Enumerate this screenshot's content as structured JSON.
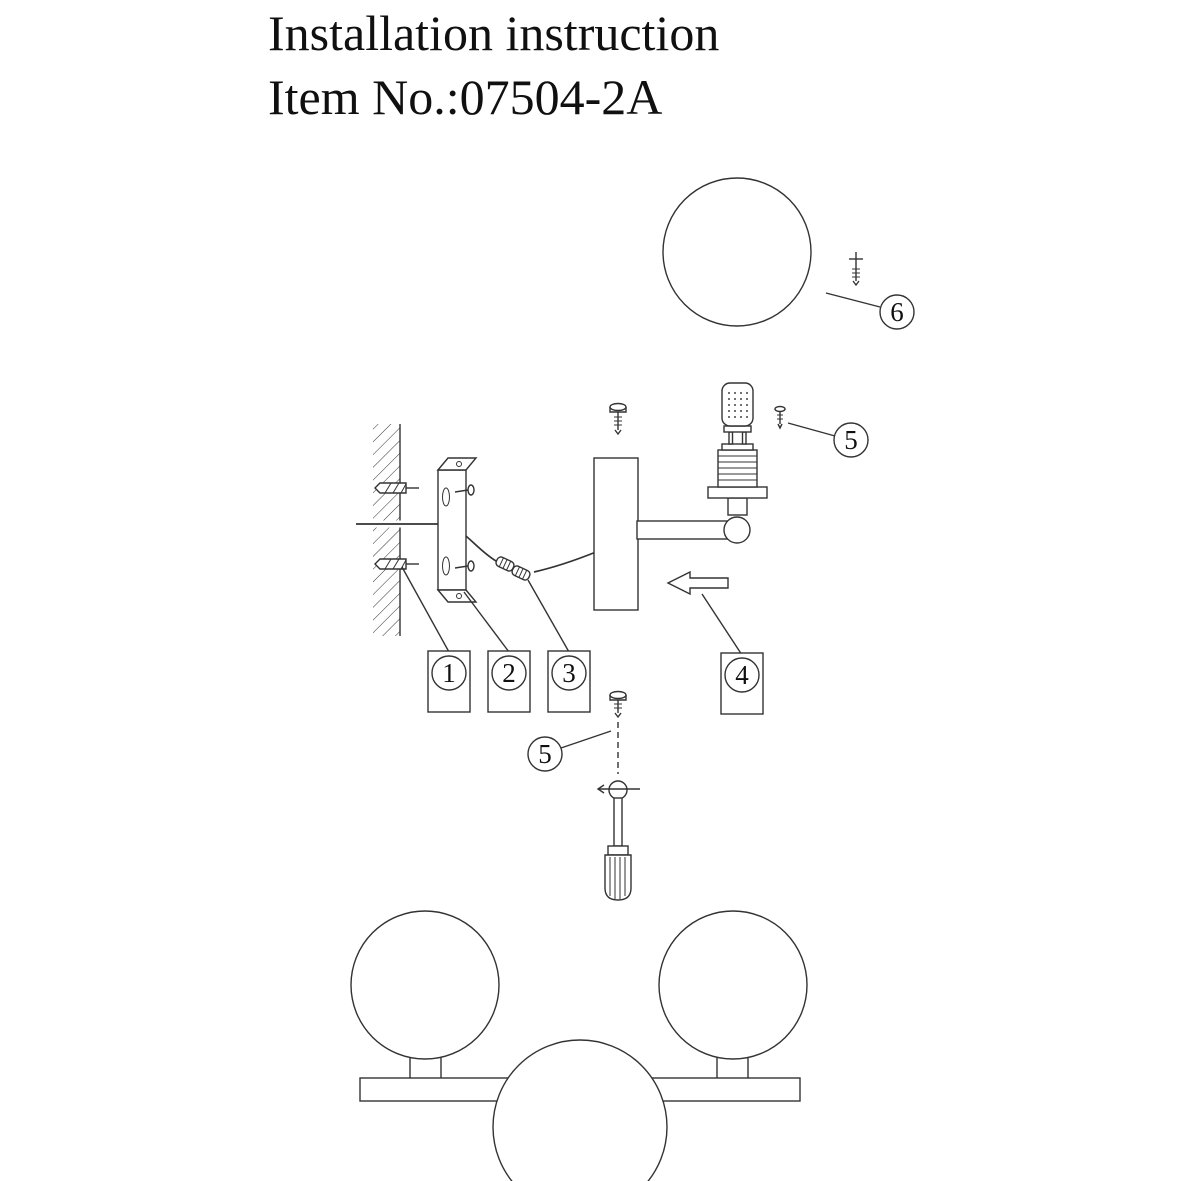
{
  "title": {
    "line1": "Installation instruction",
    "line2": "Item No.:07504-2A"
  },
  "callouts": {
    "c1": "1",
    "c2": "2",
    "c3": "3",
    "c4": "4",
    "c5_top": "5",
    "c5_bottom": "5",
    "c6": "6"
  },
  "parts": {
    "globe_shade": "glass globe shade",
    "bulb": "G9 bulb",
    "socket": "lamp socket",
    "canopy": "fixture canopy body",
    "wall": "wall cross-section",
    "wall_anchor": "wall plug and screw",
    "bracket": "mounting bracket",
    "cable": "supply cable",
    "wire_connector": "wire connectors",
    "direction_arrow": "slide-on direction arrow",
    "screw": "fixing screw",
    "screwdriver": "screwdriver",
    "rotation_arrow": "turn direction arrow",
    "assembled": "assembled fixture"
  },
  "colors": {
    "line": "#333333",
    "text": "#101010",
    "background": "#ffffff"
  }
}
